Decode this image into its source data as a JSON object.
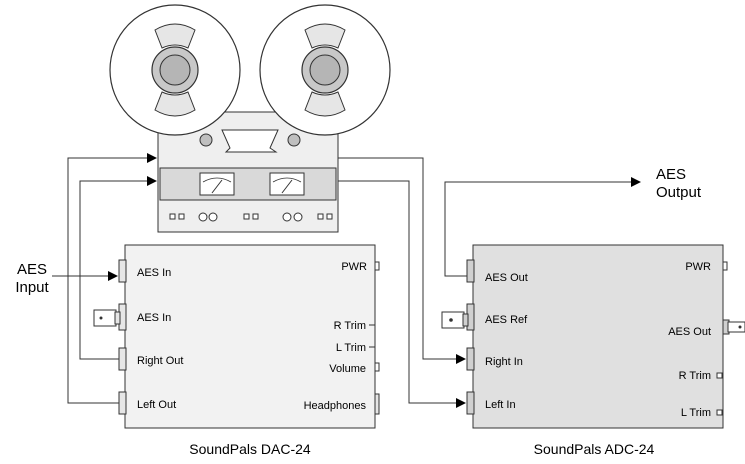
{
  "labels": {
    "aes_input_line1": "AES",
    "aes_input_line2": "Input",
    "aes_output_line1": "AES",
    "aes_output_line2": "Output"
  },
  "dac": {
    "caption": "SoundPals DAC-24",
    "ports_left": [
      "AES In",
      "AES In",
      "Right Out",
      "Left Out"
    ],
    "ports_right": [
      "PWR",
      "R Trim",
      "L Trim",
      "Volume",
      "Headphones"
    ]
  },
  "adc": {
    "caption": "SoundPals ADC-24",
    "ports_left": [
      "AES Out",
      "AES Ref",
      "Right In",
      "Left In"
    ],
    "ports_right": [
      "PWR",
      "AES Out",
      "R Trim",
      "L Trim"
    ]
  },
  "colors": {
    "stroke": "#333333",
    "box_fill": "#f2f2f2",
    "adc_fill": "#e0e0e0",
    "reel_hub": "#bfbfbf",
    "deck_fill": "#efefef"
  },
  "icons": [
    "tape-deck-icon",
    "reel-icon",
    "vu-meter-icon",
    "bnc-connector-icon",
    "arrow-icon"
  ]
}
